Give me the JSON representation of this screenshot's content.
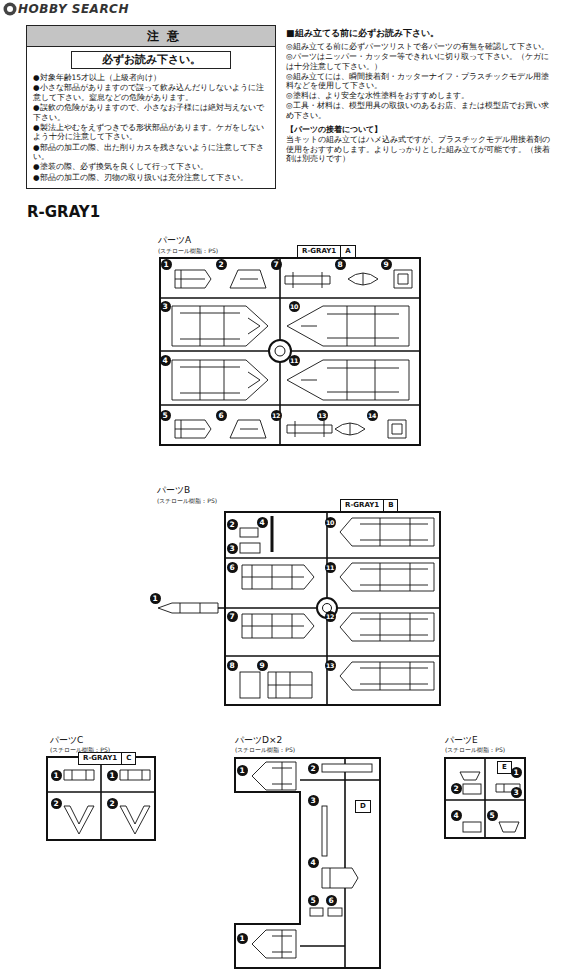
{
  "diagram": {
    "nodes": [
      {
        "text": [
          "注 意",
          "必ずお読み下さい。",
          "●対象年齢15才以上（上級者向け）",
          "●小さな部品がありますので誤って飲み込んだりしないように注意して下さい。窒息などの危険があります。",
          "●誤飲の危険がありますので、小さなお子様には絶対与えないで下さい。",
          "●製法上やむをえずつきでる形状部品があります。ケガをしないよう十分に注意して下さい。",
          "●部品の加工の際、出た削りカスを残さないように注意して下さい。",
          "●塗装の際、必ず換気を良くして行って下さい。",
          "●部品の加工の際、刃物の取り扱いは充分注意して下さい。"
        ]
      },
      {
        "text": [
          "R-GRAY1",
          "A"
        ]
      },
      {
        "text": [
          "R-GRAY1",
          "B"
        ]
      },
      {
        "text": [
          "R-GRAY1",
          "C"
        ]
      },
      {
        "text": [
          "D"
        ]
      },
      {
        "text": [
          "E"
        ]
      }
    ],
    "labels": [
      "HOBBY SEARCH",
      "■組み立てる前に必ずお読み下さい。",
      "◎組み立てる前に必ずパーツリストで各パーツの有無を確認して下さい。",
      "◎パーツはニッパー・カッター等できれいに切り取って下さい。（ケガには十分注意して下さい。）",
      "◎組み立てには、瞬間接着剤・カッターナイフ・プラスチックモデル用塗料などを使用して下さい。",
      "◎塗料は、より安全な水性塗料をおすすめします。",
      "◎工具・材料は、模型用具の取扱いのあるお店、または模型店でお買い求め下さい。",
      "【パーツの接着について】",
      "当キットの組み立てはハメ込み式ですが、プラスチックモデル用接着剤の使用をおすすめします。よりしっかりとした組み立てが可能です。（接着剤は別売りです）",
      "R-GRAY1",
      "パーツA",
      "(スチロール樹脂：PS)",
      "1",
      "2",
      "3",
      "4",
      "5",
      "6",
      "7",
      "8",
      "9",
      "10",
      "11",
      "12",
      "13",
      "14",
      "パーツB",
      "(スチロール樹脂：PS)",
      "1",
      "2",
      "3",
      "4",
      "6",
      "7",
      "8",
      "9",
      "10",
      "11",
      "12",
      "13",
      "パーツC",
      "(スチロール樹脂：PS)",
      "1",
      "1",
      "2",
      "2",
      "パーツD×2",
      "(スチロール樹脂：PS)",
      "1",
      "2",
      "3",
      "4",
      "5",
      "6",
      "1",
      "パーツE",
      "(スチロール樹脂：PS)",
      "1",
      "2",
      "3",
      "4",
      "5"
    ]
  }
}
